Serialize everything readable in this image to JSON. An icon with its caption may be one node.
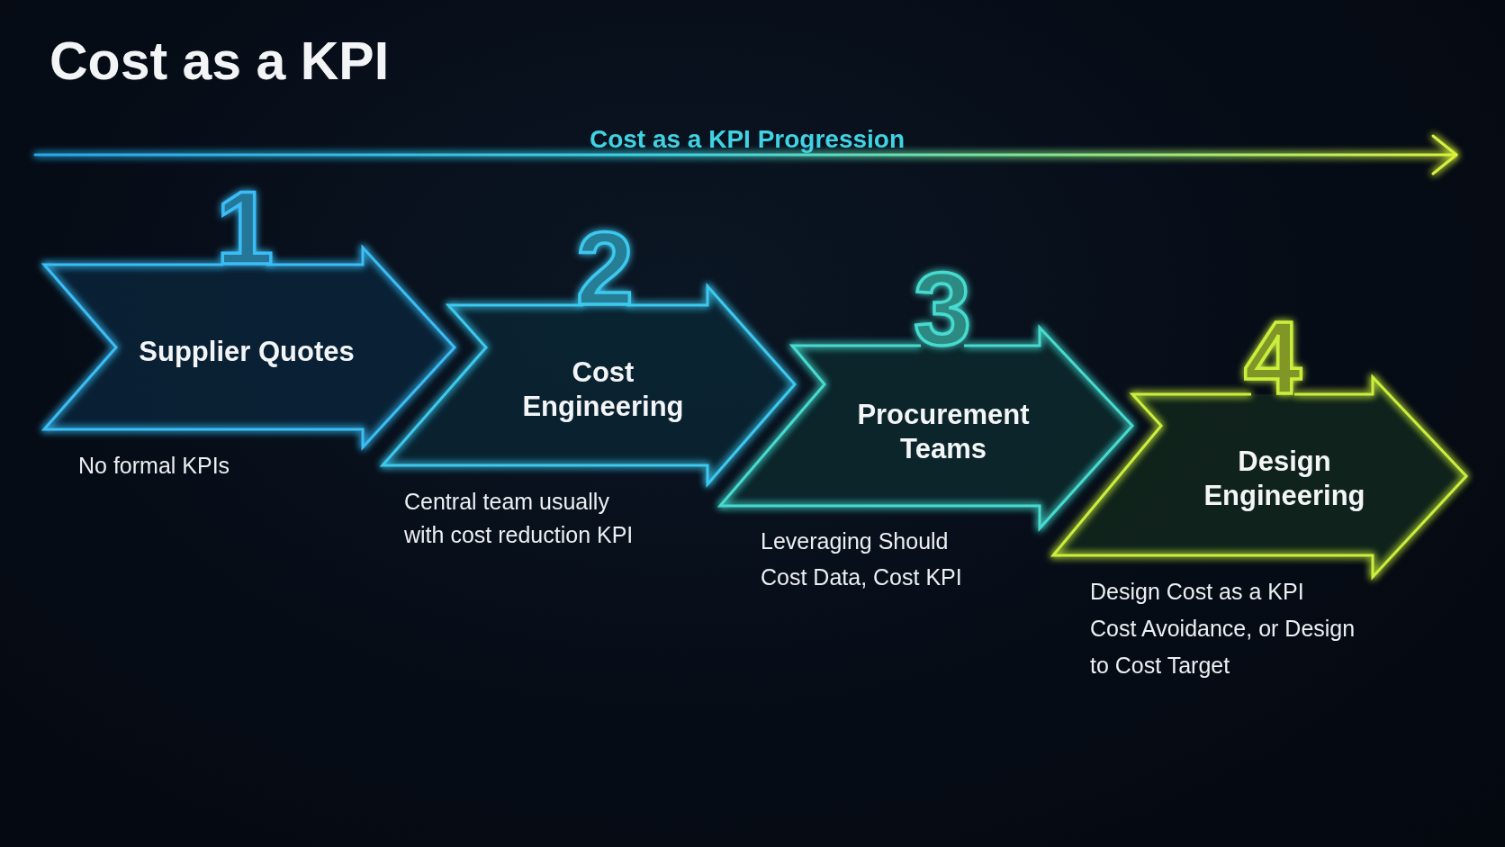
{
  "diagram": {
    "title": "Cost as a KPI",
    "nodes": [
      {
        "text": [
          "1",
          "Supplier Quotes"
        ],
        "beside": [
          "No formal KPIs"
        ]
      },
      {
        "text": [
          "2",
          "Cost Engineering"
        ],
        "beside": [
          "Central team usually with cost reduction KPI"
        ]
      },
      {
        "text": [
          "3",
          "Procurement Teams"
        ],
        "beside": [
          "Leveraging Should Cost Data, Cost KPI"
        ]
      },
      {
        "text": [
          "4",
          "Design Engineering"
        ],
        "beside": [
          "Design Cost as a KPI",
          "Cost Avoidance, or Design to Cost Target"
        ]
      }
    ],
    "labels": [
      "Cost as a KPI Progression"
    ]
  }
}
